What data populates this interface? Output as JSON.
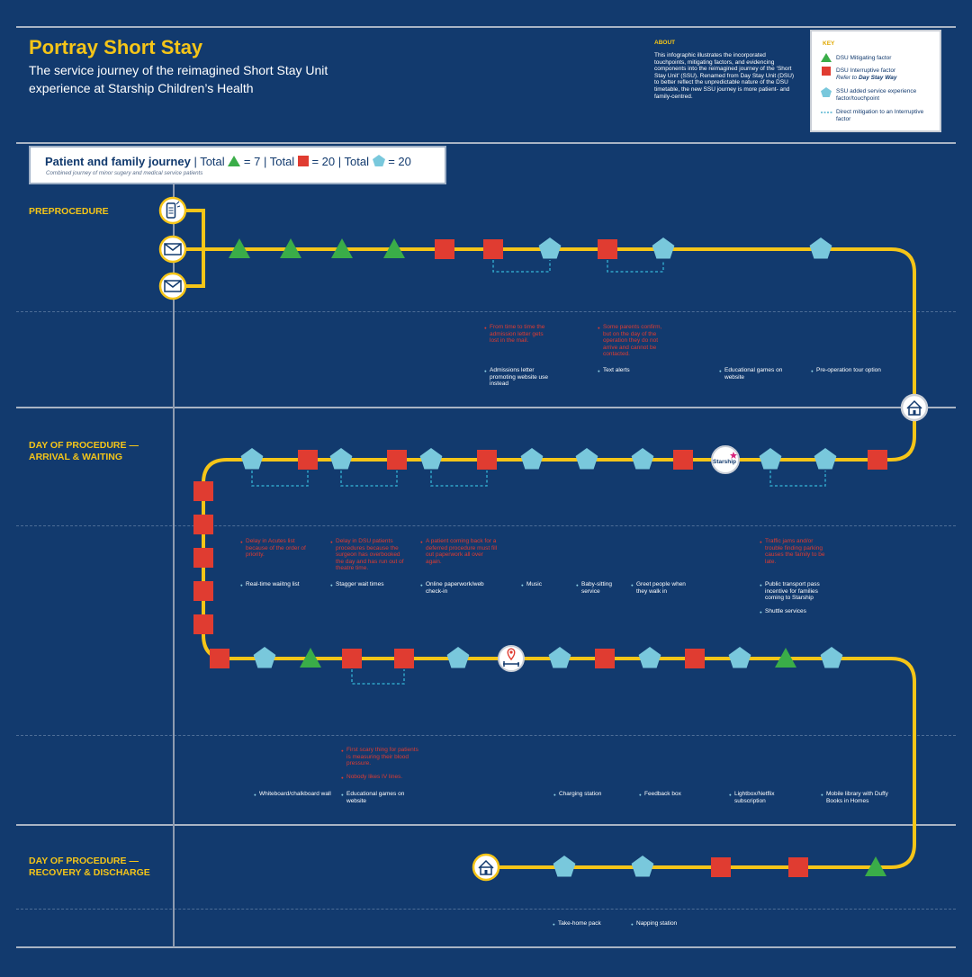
{
  "header": {
    "title": "Portray Short Stay",
    "subtitle": "The service journey of the reimagined Short Stay Unit experience at Starship Children’s Health"
  },
  "about": {
    "heading": "ABOUT",
    "text": "This infographic illustrates the incorporated touchpoints, mitigating factors, and evidencing components into the reimagined journey of the ‘Short Stay Unit’ (SSU). Renamed from Day Stay Unit (DSU) to better reflect the unpredictable nature of the DSU timetable, the new SSU journey is more patient- and family-centred."
  },
  "key": {
    "heading": "KEY",
    "mitigating": "DSU Mitigating factor",
    "interruptive": "DSU Interruptive factor",
    "refer_prefix": "Refer to",
    "refer_link": "Day Stay Way",
    "service": "SSU added service experience factor/touchpoint",
    "mitigation": "Direct mitigation to an Interruptive factor"
  },
  "journey": {
    "prefix": "Patient and family journey",
    "total_label": "Total",
    "total_triangles": "7",
    "total_squares": "20",
    "total_pentagons": "20",
    "subtitle": "Combined journey of minor sugery and medical service patients"
  },
  "stages": {
    "preprocedure": "PREPROCEDURE",
    "arrival": "DAY OF PROCEDURE — ARRIVAL & WAITING",
    "recovery": "DAY OF PROCEDURE — RECOVERY & DISCHARGE"
  },
  "notes": {
    "n1": "From time to time the admission letter gets lost in the mail.",
    "n2": "Some parents confirm, but on the day of the operation they do not arrive and cannot be contacted.",
    "n3": "Admissions letter promoting website use instead",
    "n4": "Text alerts",
    "n5": "Educational games on website",
    "n6": "Pre-operation tour option",
    "n7": "Delay in Acutes list because of the order of priority.",
    "n8": "Delay in DSU patients procedures because the surgeon has overbooked the day and has run out of theatre time.",
    "n9": "A patient coming back for a deferred procedure must fill out paperwork all over again.",
    "n10": "Traffic jams and/or trouble finding parking causes the family to be late.",
    "n11": "Real-time waiitng list",
    "n12": "Stagger wait times",
    "n13": "Online paperwork/web check-in",
    "n14": "Music",
    "n15": "Baby-sitting service",
    "n16": "Greet people when they walk in",
    "n17": "Public transport pass incentive for families coming to Starship",
    "n18": "Shuttle services",
    "n19": "First scary thing for patients is measuring their blood pressure.",
    "n20": "Nobody likes IV lines.",
    "n21": "Whiteboard/chalkboard wall",
    "n22": "Educational games on website",
    "n23": "Charging station",
    "n24": "Feedback box",
    "n25": "Lightbox/Netflix subscription",
    "n26": "Mobile library with Duffy Books in Homes",
    "n27": "Take-home pack",
    "n28": "Napping station"
  },
  "badges": {
    "starship": "Starship"
  },
  "colors": {
    "background": "#123a6e",
    "path": "#f5c518",
    "mitigating": "#3aad48",
    "interruptive": "#e03c31",
    "service": "#79c8dc",
    "accent": "#f5c518"
  },
  "icons": [
    "phone-icon",
    "envelope-icon",
    "home-icon",
    "starship-logo-icon",
    "location-pin-icon"
  ]
}
